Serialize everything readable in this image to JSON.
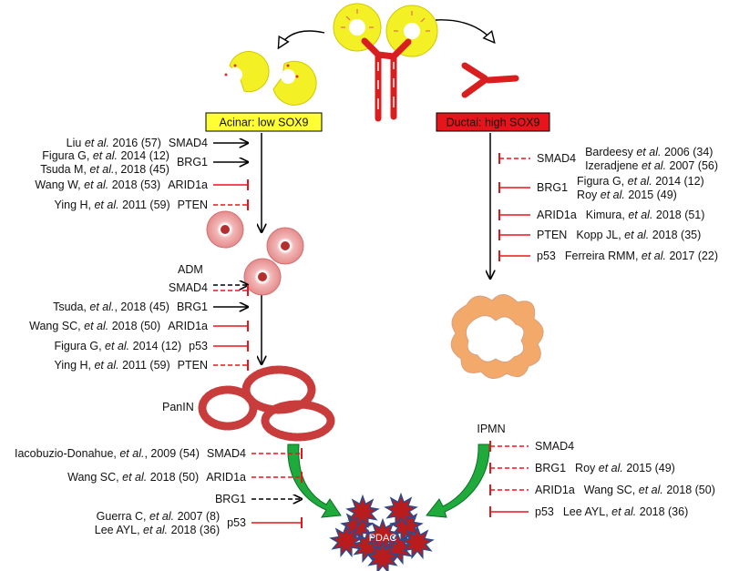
{
  "boxes": {
    "acinar": "Acinar: low SOX9",
    "ductal": "Ductal: high SOX9"
  },
  "stages": {
    "adm": "ADM",
    "panin": "PanIN",
    "ipmn": "IPMN",
    "pdac": "PDAC"
  },
  "colors": {
    "activate": "#000000",
    "inhibit": "#e8141c",
    "acinar_box": "#ffff33",
    "ductal_box": "#e8141c",
    "pdac_arrow": "#1faa3c",
    "tissue": "#d83a3a",
    "acinar_yellow": "#f4f026"
  },
  "legend_semantics": {
    "black_arrow": "activation",
    "red_bar": "inhibition",
    "dashed": "predicted / indirect"
  },
  "left": {
    "acinar_to_adm": [
      {
        "ref": [
          {
            "t": "Liu "
          },
          {
            "t": "et al.",
            "i": true
          },
          {
            "t": " 2016 (57)"
          }
        ],
        "gene": "SMAD4",
        "kind": "arrow",
        "style": "solid"
      },
      {
        "ref": [
          {
            "t": "Figura G, "
          },
          {
            "t": "et al.",
            "i": true
          },
          {
            "t": " 2014 (12)"
          }
        ],
        "ref2": [
          {
            "t": "Tsuda M, "
          },
          {
            "t": "et al.",
            "i": true
          },
          {
            "t": ", 2018 (45)"
          }
        ],
        "gene": "BRG1",
        "kind": "arrow",
        "style": "solid"
      },
      {
        "ref": [
          {
            "t": "Wang W, "
          },
          {
            "t": "et al.",
            "i": true
          },
          {
            "t": " 2018 (53)"
          }
        ],
        "gene": "ARID1a",
        "kind": "bar",
        "style": "solid"
      },
      {
        "ref": [
          {
            "t": "Ying H, "
          },
          {
            "t": "et al.",
            "i": true
          },
          {
            "t": " 2011 (59)"
          }
        ],
        "gene": "PTEN",
        "kind": "bar",
        "style": "dashed"
      }
    ],
    "adm_to_panin": [
      {
        "ref": [],
        "gene": "SMAD4",
        "kind": "both",
        "style": "dashed"
      },
      {
        "ref": [
          {
            "t": "Tsuda, "
          },
          {
            "t": "et al.",
            "i": true
          },
          {
            "t": ", 2018 (45)"
          }
        ],
        "gene": "BRG1",
        "kind": "arrow",
        "style": "solid"
      },
      {
        "ref": [
          {
            "t": "Wang SC, "
          },
          {
            "t": "et al.",
            "i": true
          },
          {
            "t": " 2018 (50)"
          }
        ],
        "gene": "ARID1a",
        "kind": "bar",
        "style": "solid"
      },
      {
        "ref": [
          {
            "t": "Figura G, "
          },
          {
            "t": "et al.",
            "i": true
          },
          {
            "t": " 2014 (12)"
          }
        ],
        "gene": "p53",
        "kind": "bar",
        "style": "solid"
      },
      {
        "ref": [
          {
            "t": "Ying H, "
          },
          {
            "t": "et al.",
            "i": true
          },
          {
            "t": " 2011 (59)"
          }
        ],
        "gene": "PTEN",
        "kind": "bar",
        "style": "dashed"
      }
    ],
    "panin_to_pdac": [
      {
        "ref": [
          {
            "t": "Iacobuzio-Donahue, "
          },
          {
            "t": "et al.",
            "i": true
          },
          {
            "t": ", 2009 (54)"
          }
        ],
        "gene": "SMAD4",
        "kind": "bar",
        "style": "dashed"
      },
      {
        "ref": [
          {
            "t": "Wang SC, "
          },
          {
            "t": "et al.",
            "i": true
          },
          {
            "t": " 2018 (50)"
          }
        ],
        "gene": "ARID1a",
        "kind": "bar",
        "style": "dashed"
      },
      {
        "ref": [],
        "gene": "BRG1",
        "kind": "arrow",
        "style": "dashed"
      },
      {
        "ref": [
          {
            "t": "Guerra C, "
          },
          {
            "t": "et al.",
            "i": true
          },
          {
            "t": " 2007 (8)"
          }
        ],
        "ref2": [
          {
            "t": "Lee AYL, "
          },
          {
            "t": "et al.",
            "i": true
          },
          {
            "t": " 2018 (36)"
          }
        ],
        "gene": "p53",
        "kind": "bar",
        "style": "solid"
      }
    ]
  },
  "right": {
    "ductal_to_ipmn": [
      {
        "gene": "SMAD4",
        "ref": [
          {
            "t": "Bardeesy "
          },
          {
            "t": "et al.",
            "i": true
          },
          {
            "t": " 2006 (34)"
          }
        ],
        "ref2": [
          {
            "t": "Izeradjene "
          },
          {
            "t": "et al.",
            "i": true
          },
          {
            "t": " 2007 (56)"
          }
        ],
        "kind": "bar",
        "style": "dashed"
      },
      {
        "gene": "BRG1",
        "ref": [
          {
            "t": "Figura G, "
          },
          {
            "t": "et al.",
            "i": true
          },
          {
            "t": " 2014 (12)"
          }
        ],
        "ref2": [
          {
            "t": "Roy "
          },
          {
            "t": "et al.",
            "i": true
          },
          {
            "t": " 2015 (49)"
          }
        ],
        "kind": "bar",
        "style": "solid"
      },
      {
        "gene": "ARID1a",
        "ref": [
          {
            "t": "Kimura, "
          },
          {
            "t": "et al.",
            "i": true
          },
          {
            "t": " 2018 (51)"
          }
        ],
        "kind": "bar",
        "style": "solid"
      },
      {
        "gene": "PTEN",
        "ref": [
          {
            "t": "Kopp JL, "
          },
          {
            "t": "et al.",
            "i": true
          },
          {
            "t": " 2018 (35)"
          }
        ],
        "kind": "bar",
        "style": "solid"
      },
      {
        "gene": "p53",
        "ref": [
          {
            "t": "Ferreira RMM, "
          },
          {
            "t": "et al.",
            "i": true
          },
          {
            "t": " 2017 (22)"
          }
        ],
        "kind": "bar",
        "style": "solid"
      }
    ],
    "ipmn_to_pdac": [
      {
        "gene": "SMAD4",
        "ref": [],
        "kind": "bar",
        "style": "dashed"
      },
      {
        "gene": "BRG1",
        "ref": [
          {
            "t": "Roy "
          },
          {
            "t": "et al.",
            "i": true
          },
          {
            "t": " 2015 (49)"
          }
        ],
        "kind": "bar",
        "style": "dashed"
      },
      {
        "gene": "ARID1a",
        "ref": [
          {
            "t": "Wang SC, "
          },
          {
            "t": "et al.",
            "i": true
          },
          {
            "t": " 2018 (50)"
          }
        ],
        "kind": "bar",
        "style": "dashed"
      },
      {
        "gene": "p53",
        "ref": [
          {
            "t": "Lee AYL, "
          },
          {
            "t": "et al.",
            "i": true
          },
          {
            "t": " 2018 (36)"
          }
        ],
        "kind": "bar",
        "style": "solid"
      }
    ]
  }
}
